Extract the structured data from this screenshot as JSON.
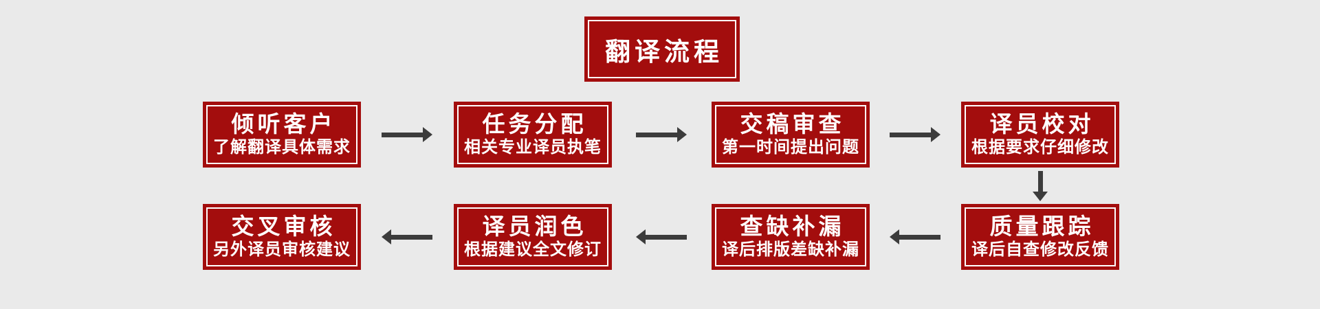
{
  "diagram": {
    "title": "翻译流程"
  },
  "colors": {
    "background": "#EAEAEA",
    "box_fill": "#A30D0D",
    "box_inner_border": "#FFFFFF",
    "text": "#FFFFFF",
    "arrow": "#3C3C3C"
  },
  "steps": [
    {
      "title": "倾听客户",
      "subtitle": "了解翻译具体需求"
    },
    {
      "title": "任务分配",
      "subtitle": "相关专业译员执笔"
    },
    {
      "title": "交稿审查",
      "subtitle": "第一时间提出问题"
    },
    {
      "title": "译员校对",
      "subtitle": "根据要求仔细修改"
    },
    {
      "title": "质量跟踪",
      "subtitle": "译后自查修改反馈"
    },
    {
      "title": "查缺补漏",
      "subtitle": "译后排版差缺补漏"
    },
    {
      "title": "译员润色",
      "subtitle": "根据建议全文修订"
    },
    {
      "title": "交叉审核",
      "subtitle": "另外译员审核建议"
    }
  ],
  "flow": {
    "row1_direction": "left-to-right",
    "row2_direction": "right-to-left",
    "connector_4_to_5": "down"
  }
}
